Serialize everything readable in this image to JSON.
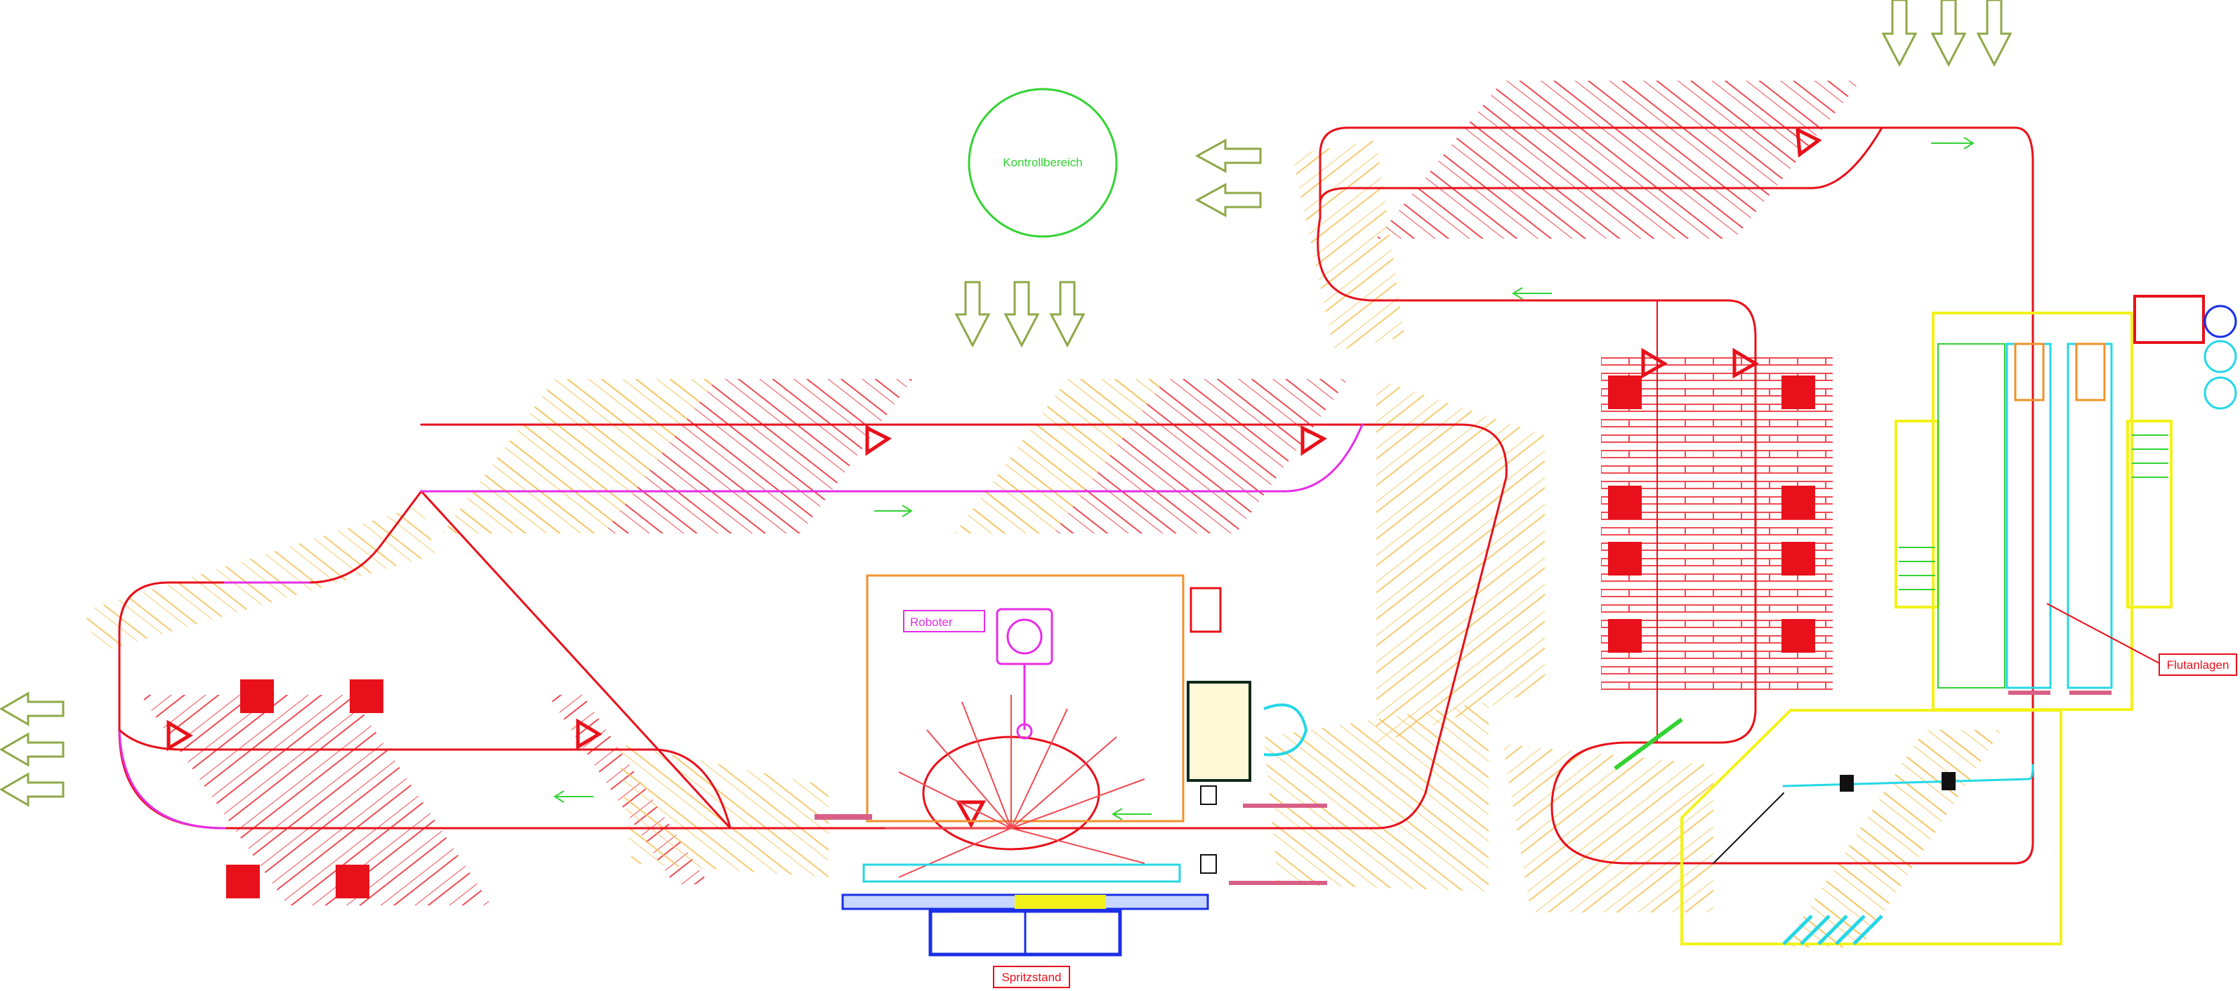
{
  "labels": {
    "control_area": "Kontrollbereich",
    "robot": "Roboter",
    "spray_booth": "Spritzstand",
    "flood_systems": "Flutanlagen"
  },
  "colors": {
    "track": "#e8101a",
    "track_magenta": "#e62ee6",
    "rack_red": "#ef4a52",
    "rack_yellow": "#f5c560",
    "arrow_olive": "#8fa848",
    "green": "#33d233",
    "orange": "#f0922b",
    "yellow_frame": "#f2f21a",
    "cyan": "#25d7e6",
    "blue": "#1a2fe6",
    "pink_bar": "#d85f86"
  },
  "icons": [
    "direction-arrow-icon",
    "stop-triangle-icon",
    "pallet-square-icon",
    "robot-icon",
    "valve-icon",
    "circle-tank-icon"
  ]
}
